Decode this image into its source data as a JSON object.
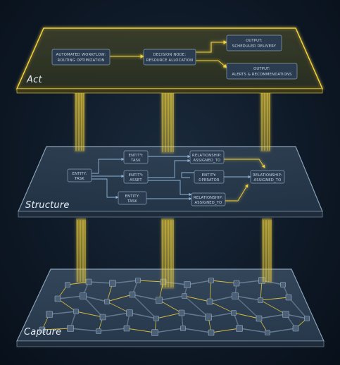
{
  "layers": {
    "act": "Act",
    "structure": "Structure",
    "capture": "Capture"
  },
  "act_nodes": {
    "workflow": [
      "AUTOMATED WORKFLOW:",
      "ROUTING OPTIMIZATION"
    ],
    "decision": [
      "DECISION NODE:",
      "RESOURCE ALLOCATION"
    ],
    "output_delivery": [
      "OUTPUT:",
      "SCHEDULED DELIVERY"
    ],
    "output_alerts": [
      "OUTPUT:",
      "ALERTS & RECOMMENDATIONS"
    ]
  },
  "structure_nodes": {
    "entity_task_left": [
      "ENTITY:",
      "TASK"
    ],
    "entity_task_top": [
      "ENTITY:",
      "TASK"
    ],
    "entity_asset": [
      "ENTITY:",
      "ASSET"
    ],
    "entity_task_bottom": [
      "ENTITY:",
      "TASK"
    ],
    "relationship_top": [
      "RELATIONSHIP:",
      "ASSIGNED_TO"
    ],
    "entity_operator": [
      "ENTITY:",
      "OPERATOR"
    ],
    "relationship_bottom": [
      "RELATIONSHIP:",
      "ASSIGNED_TO"
    ],
    "relationship_right": [
      "RELATIONSHIP:",
      "ASSIGNED_TO"
    ]
  },
  "colors": {
    "accent": "#f2d23c",
    "panel_edge": "#7f93a8",
    "node_fill": "#2b3c50",
    "text": "#e6edf5"
  }
}
